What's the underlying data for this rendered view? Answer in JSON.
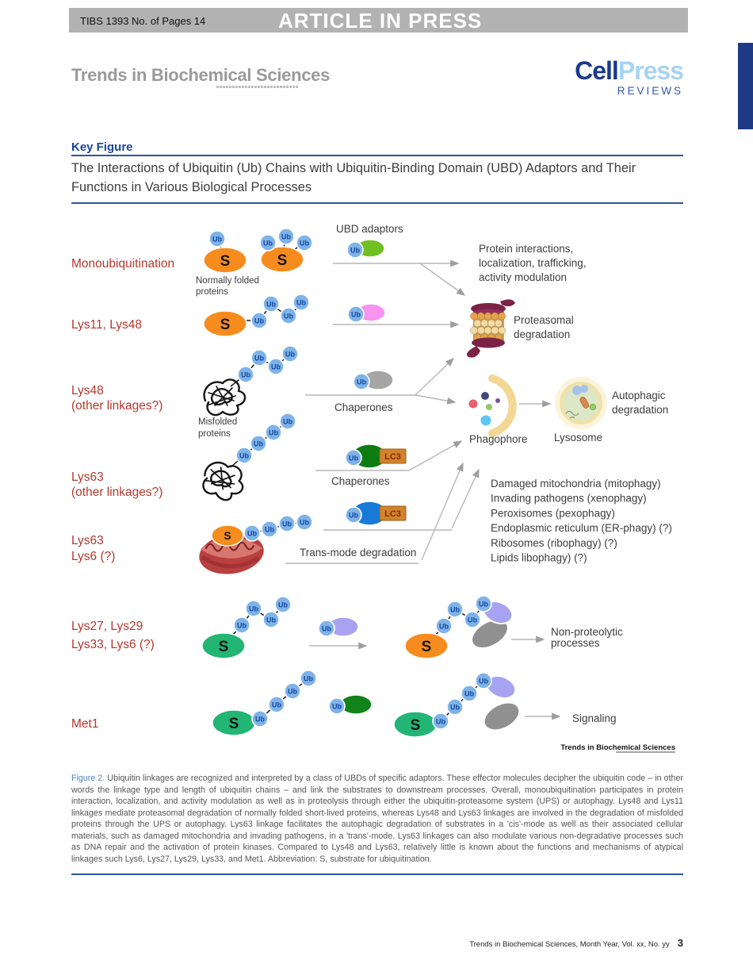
{
  "header": {
    "manuscript_id": "TIBS 1393  No. of Pages 14",
    "banner": "ARTICLE IN PRESS"
  },
  "masthead": {
    "journal": "Trends in Biochemical Sciences",
    "publisher": {
      "cell": "Cell",
      "press": "Press",
      "reviews": "REVIEWS"
    }
  },
  "key_figure": {
    "kicker": "Key Figure",
    "title": "The Interactions of Ubiquitin (Ub) Chains with Ubiquitin-Binding Domain (UBD) Adaptors and Their Functions in Various Biological Processes"
  },
  "figure": {
    "ub": "Ub",
    "substrate": "S",
    "lc3": "LC3",
    "ubd_adaptors": "UBD adaptors",
    "rows": {
      "mono": {
        "label": "Monoubiquitination",
        "sub1": "Normally folded",
        "sub2": "proteins",
        "outcome1": "Protein interactions,",
        "outcome2": "localization, trafficking,",
        "outcome3": "activity modulation"
      },
      "lys11_48": {
        "label": "Lys11, Lys48",
        "outcome1": "Proteasomal",
        "outcome2": "degradation"
      },
      "lys48": {
        "label1": "Lys48",
        "label2": "(other linkages?)",
        "sub1": "Misfolded",
        "sub2": "proteins",
        "adaptor": "Chaperones"
      },
      "lys63a": {
        "label1": "Lys63",
        "label2": "(other linkages?)",
        "adaptor": "Chaperones"
      },
      "lys63b": {
        "label1": "Lys63",
        "label2": "Lys6 (?)",
        "mode": "Trans-mode degradation"
      },
      "atypical": {
        "label1": "Lys27, Lys29",
        "label2": "Lys33, Lys6 (?)",
        "outcome1": "Non-proteolytic",
        "outcome2": "processes"
      },
      "met1": {
        "label": "Met1",
        "outcome": "Signaling"
      }
    },
    "autophagy": {
      "phagophore": "Phagophore",
      "lysosome": "Lysosome",
      "outcome1": "Autophagic",
      "outcome2": "degradation",
      "targets": [
        "Damaged mitochondria (mitophagy)",
        "Invading pathogens (xenophagy)",
        "Peroxisomes (pexophagy)",
        "Endoplasmic reticulum (ER-phagy) (?)",
        "Ribosomes (ribophagy) (?)",
        "Lipids libophagy) (?)"
      ]
    },
    "watermark": "Trends in Biochemical Sciences"
  },
  "caption": {
    "label": "Figure 2.",
    "body": " Ubiquitin linkages are recognized and interpreted by a class of UBDs of specific adaptors. These effector molecules decipher the ubiquitin code – in other words the linkage type and length of ubiquitin chains – and link the substrates to downstream processes. Overall, monoubiquitination participates in protein interaction, localization, and activity modulation as well as in proteolysis through either the ubiquitin-proteasome system (UPS) or autophagy. Lys48 and Lys11 linkages mediate proteasomal degradation of normally folded short-lived proteins, whereas Lys48 and Lys63 linkages are involved in the degradation of misfolded proteins through the UPS or autophagy. Lys63 linkage facilitates the autophagic degradation of substrates in a 'cis'-mode as well as their associated cellular materials, such as damaged mitochondria and invading pathogens, in a 'trans'-mode. Lys63 linkages can also modulate various non-degradative processes such as DNA repair and the activation of protein kinases. Compared to Lys48 and Lys63, relatively little is known about the functions and mechanisms of atypical linkages such Lys6, Lys27, Lys29, Lys33, and Met1. Abbreviation: S, substrate for ubiquitination."
  },
  "footer": {
    "citation": "Trends in Biochemical Sciences, Month Year, Vol. xx, No. yy",
    "page": "3"
  }
}
